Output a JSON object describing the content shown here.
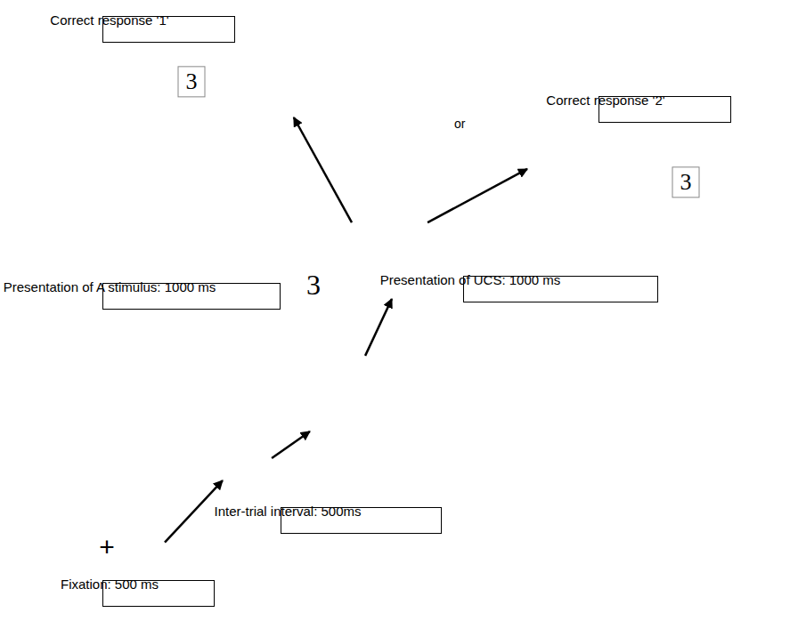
{
  "diagram": {
    "nodes": [
      {
        "text": [
          "+"
        ]
      },
      {
        "text": [
          "Fixation: 500 ms"
        ],
        "in": 0
      },
      {
        "text": []
      },
      {
        "text": [
          "Inter-trial interval: 500ms"
        ],
        "in": 2
      },
      {
        "text": [
          "3"
        ]
      },
      {
        "text": [
          "Presentation of A stimulus: 1000 ms"
        ],
        "in": 4
      },
      {
        "text": []
      },
      {
        "text": [
          "Presentation of UCS: 1000 ms"
        ],
        "in": 6
      },
      {
        "text": [
          "3"
        ]
      },
      {
        "text": [
          "Correct response '1'"
        ],
        "in": 8
      },
      {
        "text": [
          "3"
        ]
      },
      {
        "text": [
          "Correct response '2'"
        ],
        "in": 10
      }
    ],
    "edges": [
      {
        "from": 0,
        "to": 2,
        "arrow": "to"
      },
      {
        "from": 2,
        "to": 4,
        "arrow": "to"
      },
      {
        "from": 4,
        "to": 6,
        "arrow": "to"
      },
      {
        "from": 6,
        "to": 8,
        "arrow": "to"
      },
      {
        "from": 6,
        "to": 10,
        "arrow": "to"
      }
    ],
    "labels": [
      "or"
    ]
  }
}
